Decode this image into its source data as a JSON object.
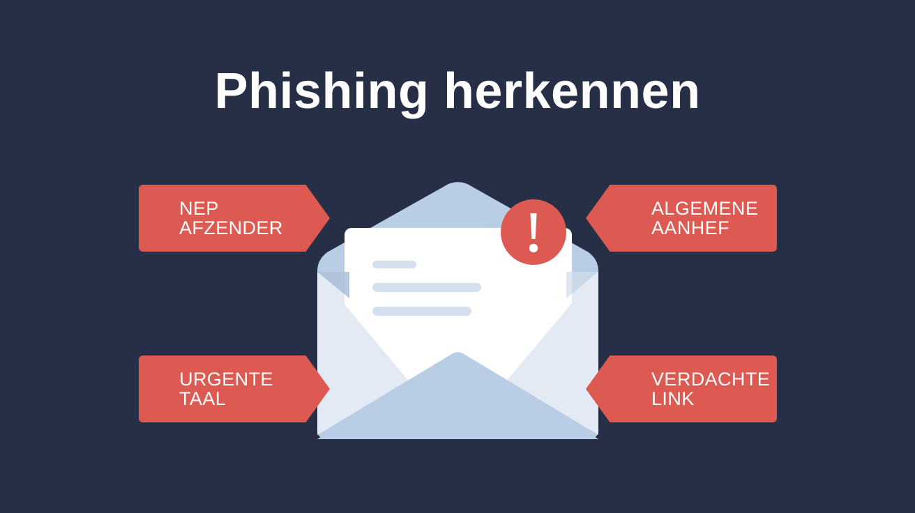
{
  "page": {
    "background_color": "#262f45",
    "title": "Phishing herkennen"
  },
  "illustration": {
    "name": "open-email-envelope-with-warning",
    "envelope": {
      "flap_color": "#b9cde4",
      "body_light_color": "#e3eaf4",
      "body_front_color": "#b9cde4",
      "letter_color": "#ffffff",
      "letter_lines": [
        {
          "label": "letter-line-short",
          "color": "#d4e0ee"
        },
        {
          "label": "letter-line-long",
          "color": "#d4e0ee"
        },
        {
          "label": "letter-line-medium",
          "color": "#d4e0ee"
        }
      ]
    },
    "warning_badge": {
      "icon": "exclamation-mark-icon",
      "symbol": "!",
      "circle_color": "#dd5a52",
      "mark_color": "#ffffff"
    }
  },
  "tags": {
    "accent_color": "#dd5a52",
    "text_color": "#ffffff",
    "items": [
      {
        "id": "nep-afzender",
        "text": "NEP AFZENDER",
        "direction": "right",
        "position": "top-left"
      },
      {
        "id": "algemene-aanhef",
        "text": "ALGEMENE\nAANHEF",
        "direction": "left",
        "position": "top-right"
      },
      {
        "id": "urgente-taal",
        "text": "URGENTE\nTAAL",
        "direction": "right",
        "position": "bottom-left"
      },
      {
        "id": "verdachte-link",
        "text": "VERDACHTE\nLINK",
        "direction": "left",
        "position": "bottom-right"
      }
    ]
  }
}
